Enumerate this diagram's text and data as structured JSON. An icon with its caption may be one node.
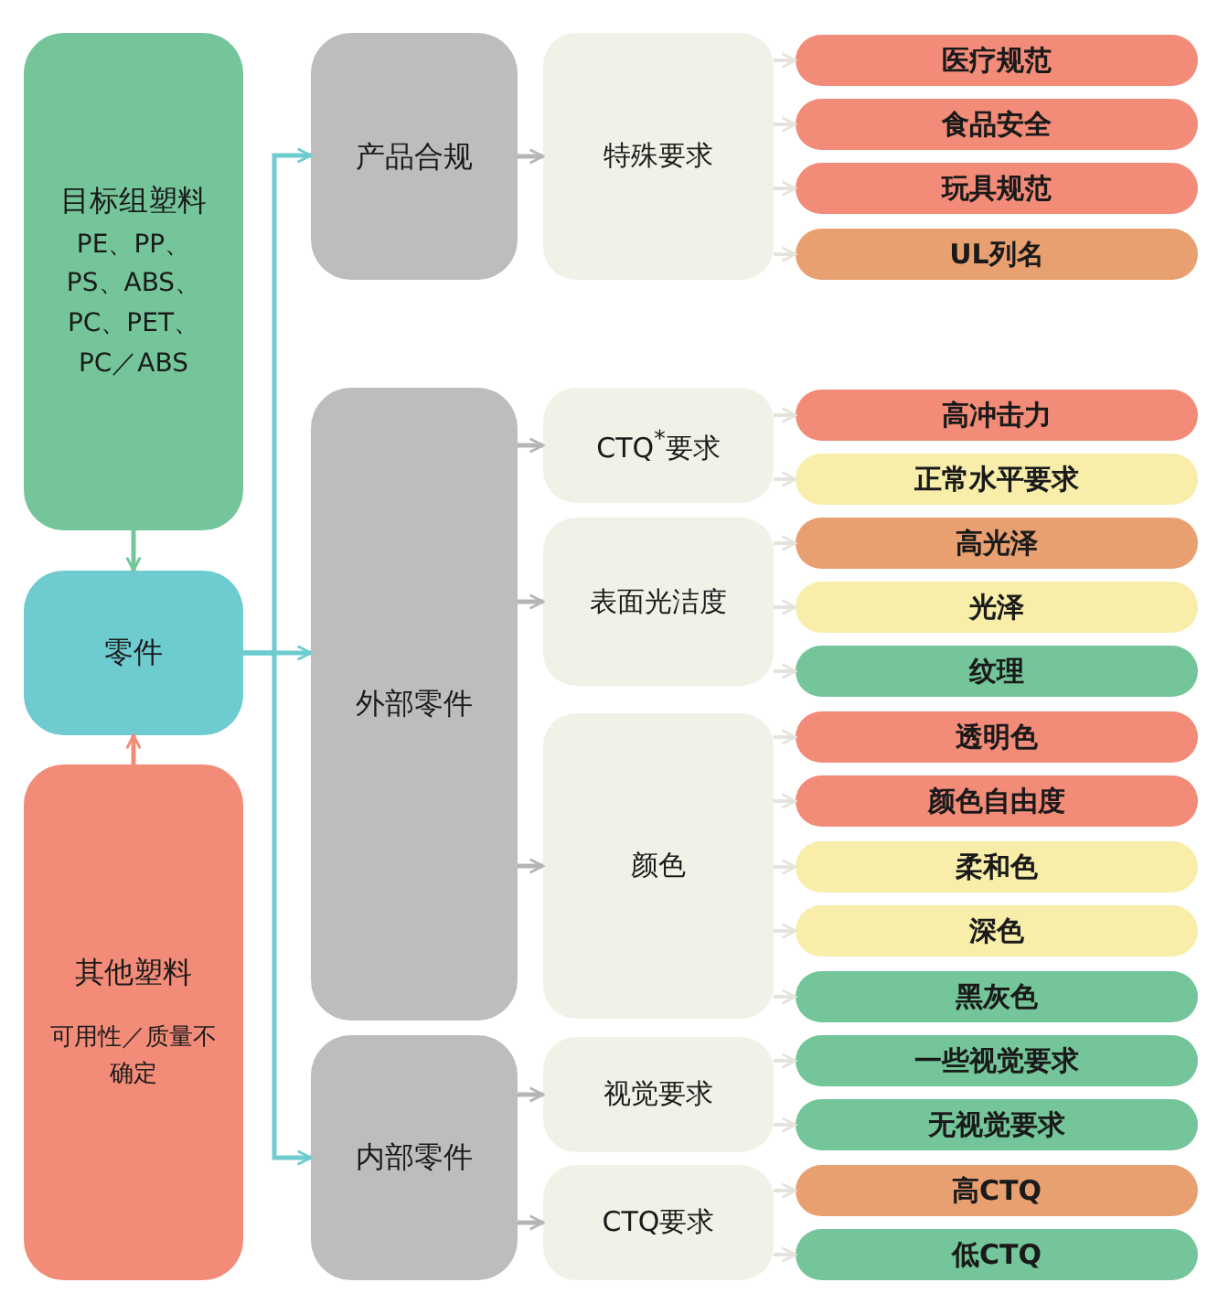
{
  "diagram": {
    "nodes": [
      {
        "text": [
          "目标组塑料",
          "PE、PP、PS、ABS、PC、PET、PC／ABS"
        ]
      },
      {
        "text": [
          "零件"
        ]
      },
      {
        "text": [
          "其他塑料",
          "可用性／质量不确定"
        ]
      },
      {
        "text": [
          "产品合规"
        ]
      },
      {
        "text": [
          "外部零件"
        ]
      },
      {
        "text": [
          "内部零件"
        ]
      },
      {
        "text": [
          "特殊要求"
        ]
      },
      {
        "text": [
          "CTQ$^{*}$要求"
        ]
      },
      {
        "text": [
          "表面光洁度"
        ]
      },
      {
        "text": [
          "颜色"
        ]
      },
      {
        "text": [
          "视觉要求"
        ]
      },
      {
        "text": [
          "CTQ要求"
        ]
      },
      {
        "text": [
          "医疗规范"
        ]
      },
      {
        "text": [
          "食品安全"
        ]
      },
      {
        "text": [
          "玩具规范"
        ]
      },
      {
        "text": [
          "UL列名"
        ]
      },
      {
        "text": [
          "高冲击力"
        ]
      },
      {
        "text": [
          "正常水平要求"
        ]
      },
      {
        "text": [
          "高光泽"
        ]
      },
      {
        "text": [
          "光泽"
        ]
      },
      {
        "text": [
          "纹理"
        ]
      },
      {
        "text": [
          "透明色"
        ]
      },
      {
        "text": [
          "颜色自由度"
        ]
      },
      {
        "text": [
          "柔和色"
        ]
      },
      {
        "text": [
          "深色"
        ]
      },
      {
        "text": [
          "黑灰色"
        ]
      },
      {
        "text": [
          "一些视觉要求"
        ]
      },
      {
        "text": [
          "无视觉要求"
        ]
      },
      {
        "text": [
          "高CTQ"
        ]
      },
      {
        "text": [
          "低CTQ"
        ]
      }
    ],
    "edges": [
      {
        "from": 0,
        "to": 1,
        "arrow": "to",
        "color": "#74c69a"
      },
      {
        "from": 2,
        "to": 1,
        "arrow": "to",
        "color": "#f28b78"
      },
      {
        "from": 1,
        "to": 3,
        "arrow": "to",
        "color": "#6ecbd0"
      },
      {
        "from": 1,
        "to": 4,
        "arrow": "to",
        "color": "#6ecbd0"
      },
      {
        "from": 1,
        "to": 5,
        "arrow": "to",
        "color": "#6ecbd0"
      },
      {
        "from": 3,
        "to": 6,
        "arrow": "to",
        "color": "#b5b5b5"
      },
      {
        "from": 4,
        "to": 7,
        "arrow": "to",
        "color": "#b5b5b5"
      },
      {
        "from": 4,
        "to": 8,
        "arrow": "to",
        "color": "#b5b5b5"
      },
      {
        "from": 4,
        "to": 9,
        "arrow": "to",
        "color": "#b5b5b5"
      },
      {
        "from": 5,
        "to": 10,
        "arrow": "to",
        "color": "#b5b5b5"
      },
      {
        "from": 5,
        "to": 11,
        "arrow": "to",
        "color": "#b5b5b5"
      },
      {
        "from": 6,
        "to": 12,
        "arrow": "to"
      },
      {
        "from": 6,
        "to": 13,
        "arrow": "to"
      },
      {
        "from": 6,
        "to": 14,
        "arrow": "to"
      },
      {
        "from": 6,
        "to": 15,
        "arrow": "to"
      },
      {
        "from": 7,
        "to": 16,
        "arrow": "to"
      },
      {
        "from": 7,
        "to": 17,
        "arrow": "to"
      },
      {
        "from": 8,
        "to": 18,
        "arrow": "to"
      },
      {
        "from": 8,
        "to": 19,
        "arrow": "to"
      },
      {
        "from": 8,
        "to": 20,
        "arrow": "to"
      },
      {
        "from": 9,
        "to": 21,
        "arrow": "to"
      },
      {
        "from": 9,
        "to": 22,
        "arrow": "to"
      },
      {
        "from": 9,
        "to": 23,
        "arrow": "to"
      },
      {
        "from": 9,
        "to": 24,
        "arrow": "to"
      },
      {
        "from": 9,
        "to": 25,
        "arrow": "to"
      },
      {
        "from": 10,
        "to": 26,
        "arrow": "to"
      },
      {
        "from": 10,
        "to": 27,
        "arrow": "to"
      },
      {
        "from": 11,
        "to": 28,
        "arrow": "to"
      },
      {
        "from": 11,
        "to": 29,
        "arrow": "to"
      }
    ]
  }
}
